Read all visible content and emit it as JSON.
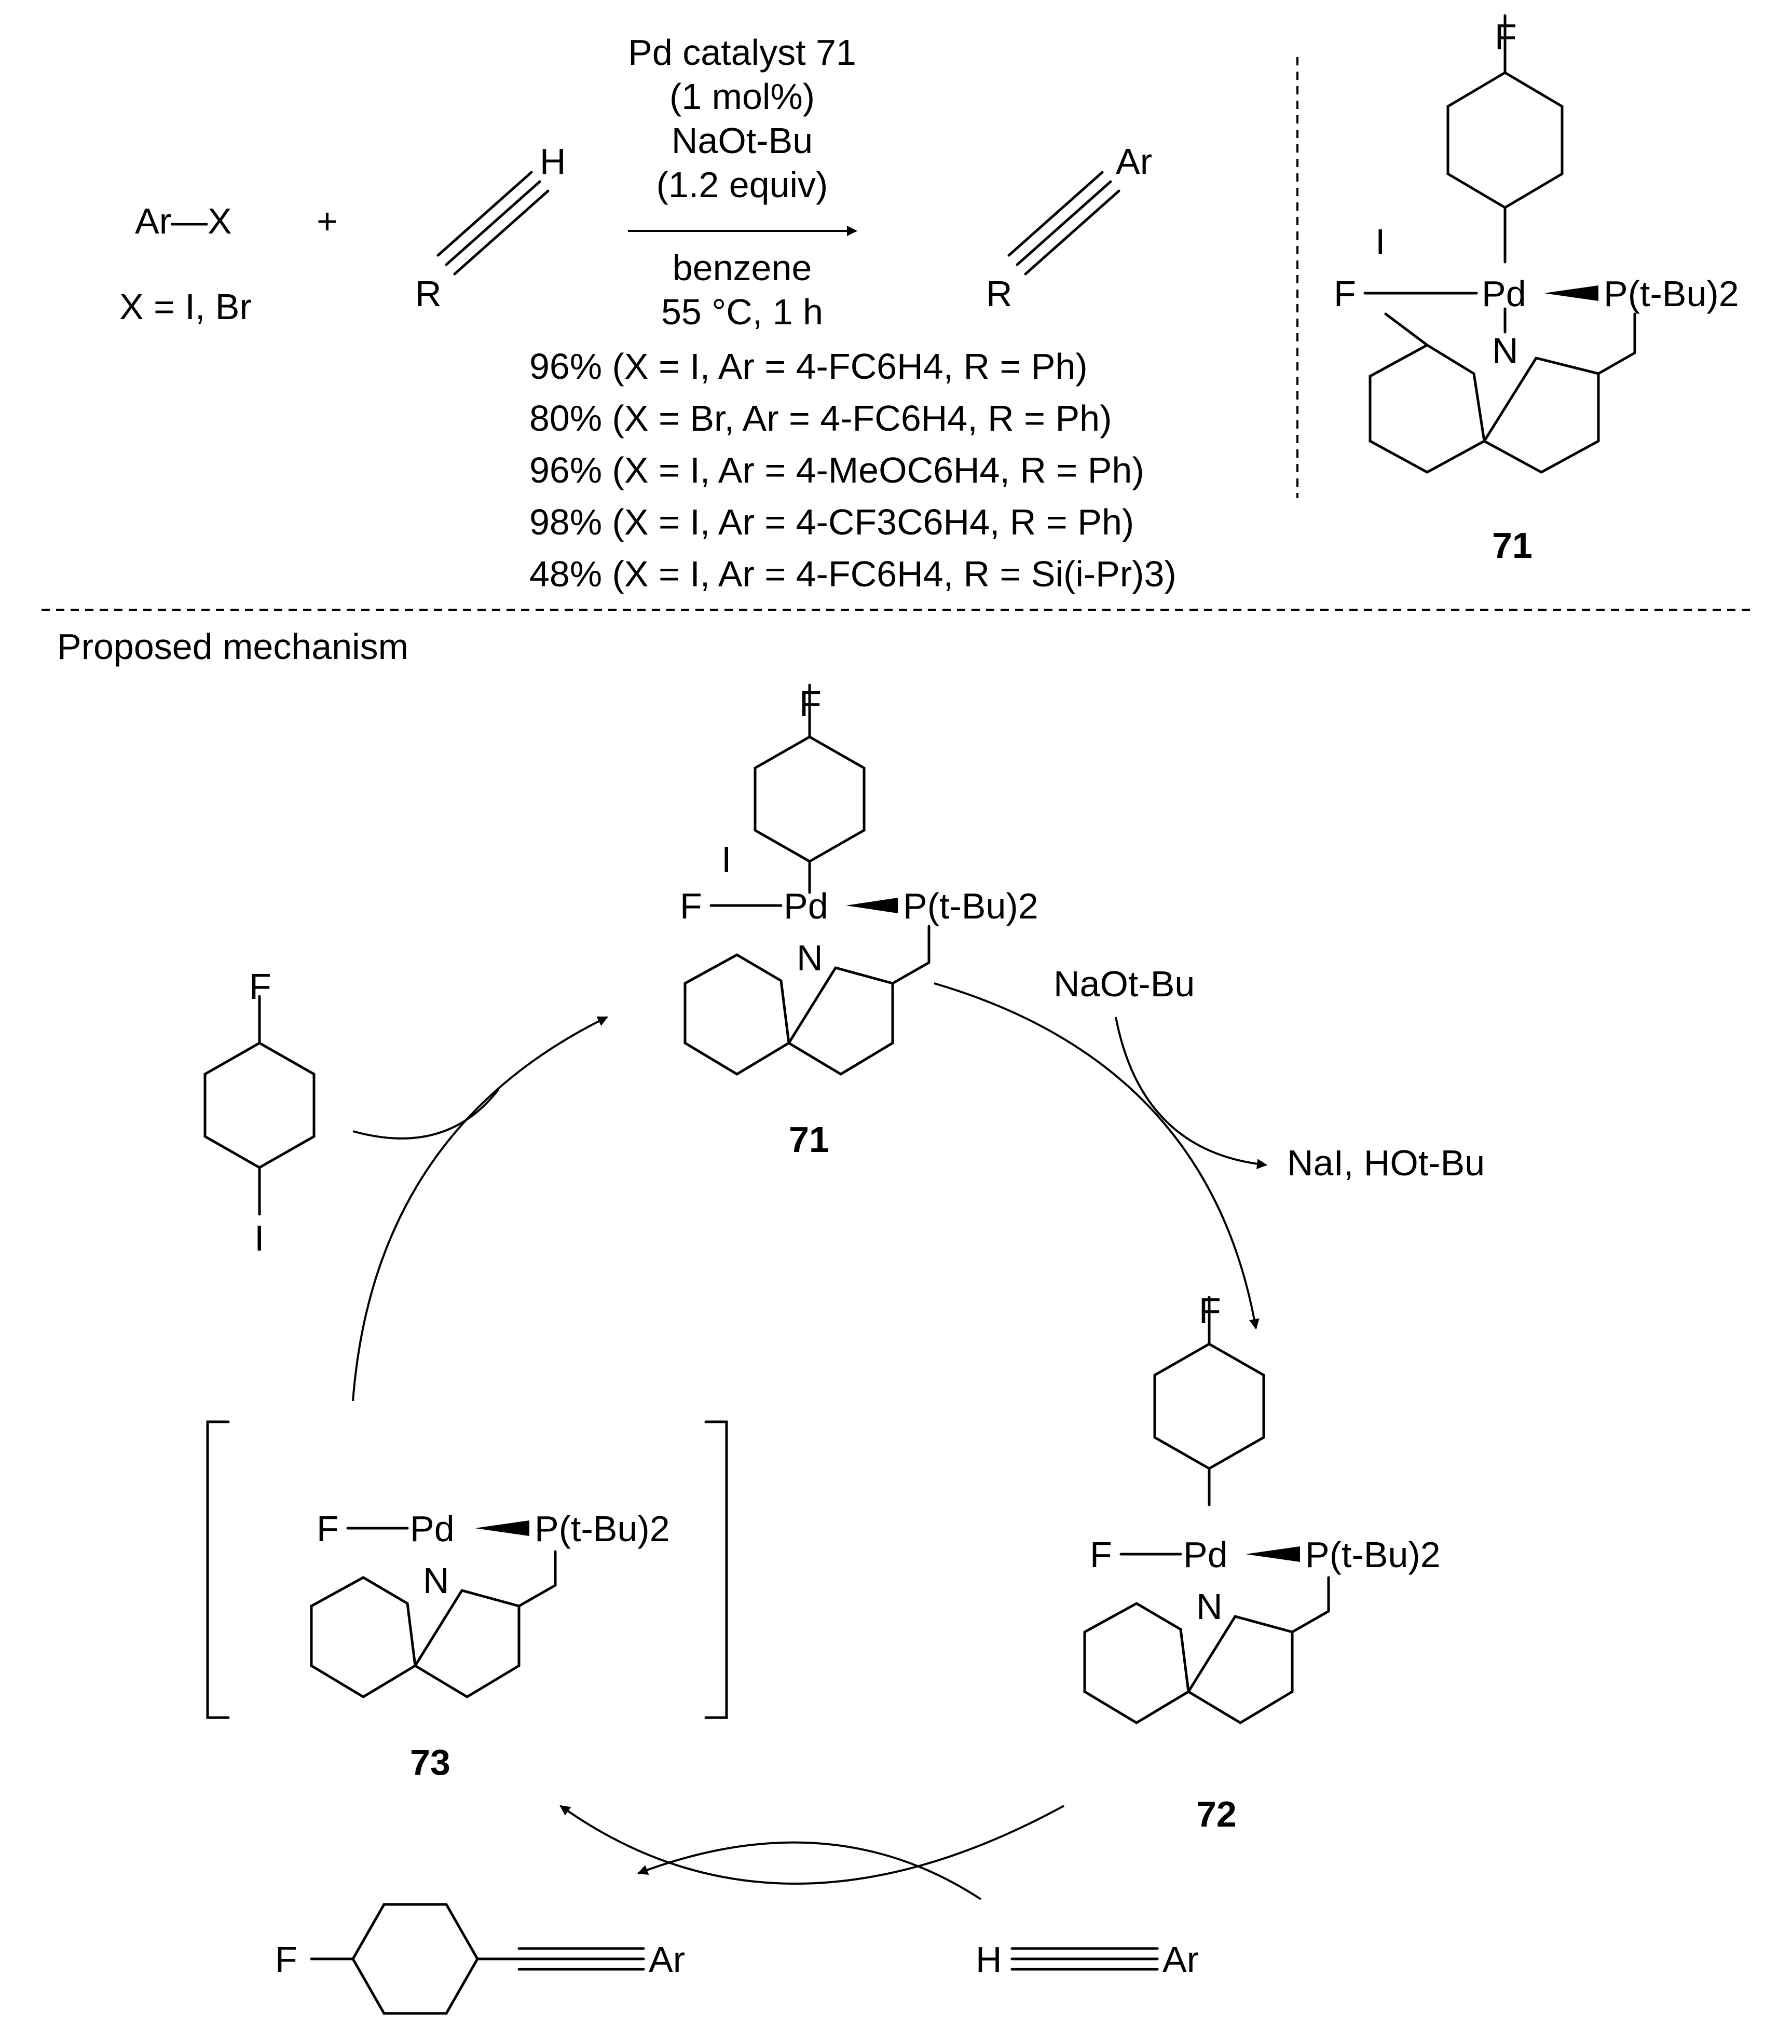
{
  "reaction": {
    "reactant1": "Ar—X",
    "halides": "X = I, Br",
    "plus": "+",
    "alkyne_h": "H",
    "alkyne_r": "R",
    "product_ar": "Ar",
    "product_r": "R",
    "conditions_above": [
      "Pd catalyst 71",
      "(1 mol%)",
      "NaOt-Bu",
      "(1.2 equiv)"
    ],
    "conditions_below": [
      "benzene",
      "55 °C, 1 h"
    ],
    "yields": [
      "96% (X = I, Ar = 4-FC6H4, R = Ph)",
      "80% (X = Br, Ar = 4-FC6H4, R = Ph)",
      "96% (X = I, Ar = 4-MeOC6H4, R = Ph)",
      "98% (X = I, Ar = 4-CF3C6H4, R = Ph)",
      "48% (X = I, Ar = 4-FC6H4, R = Si(i-Pr)3)"
    ]
  },
  "catalyst": {
    "label": "71",
    "atoms": {
      "F_top": "F",
      "I": "I",
      "F_left": "F",
      "Pd": "Pd",
      "P": "P(t-Bu)2",
      "N": "N"
    }
  },
  "mechanism": {
    "title": "Proposed mechanism",
    "reagent_in": "NaOt-Bu",
    "byproducts": "NaI, HOt-Bu",
    "complex_71": "71",
    "complex_72": "72",
    "complex_73": "73",
    "aryl_iodide": {
      "F": "F",
      "I": "I"
    },
    "terminal_alkyne": {
      "H": "H",
      "Ar": "Ar"
    },
    "product": {
      "F": "F",
      "Ar": "Ar"
    }
  }
}
